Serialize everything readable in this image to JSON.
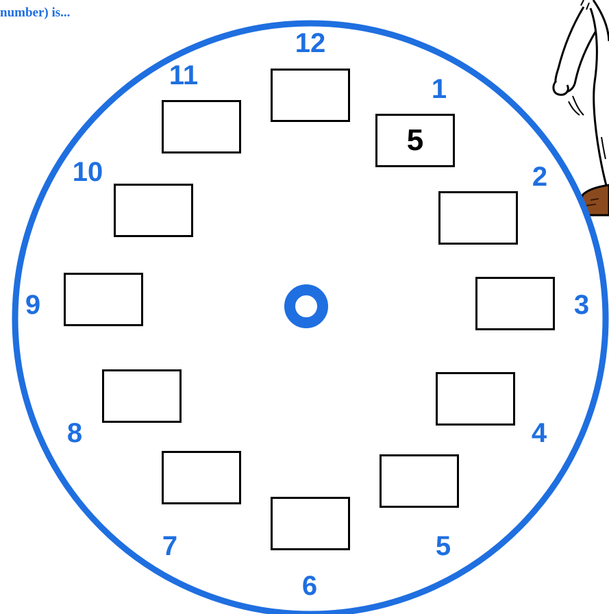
{
  "header": {
    "text": "number) is..."
  },
  "clock": {
    "ring_color": "#1f6fe0",
    "label_color": "#1f6fe0",
    "hours": [
      {
        "label": "12",
        "answer": ""
      },
      {
        "label": "1",
        "answer": "5"
      },
      {
        "label": "2",
        "answer": ""
      },
      {
        "label": "3",
        "answer": ""
      },
      {
        "label": "4",
        "answer": ""
      },
      {
        "label": "5",
        "answer": ""
      },
      {
        "label": "6",
        "answer": ""
      },
      {
        "label": "7",
        "answer": ""
      },
      {
        "label": "8",
        "answer": ""
      },
      {
        "label": "9",
        "answer": ""
      },
      {
        "label": "10",
        "answer": ""
      },
      {
        "label": "11",
        "answer": ""
      }
    ]
  },
  "illustration": {
    "subject": "cartoon-runner-character"
  }
}
